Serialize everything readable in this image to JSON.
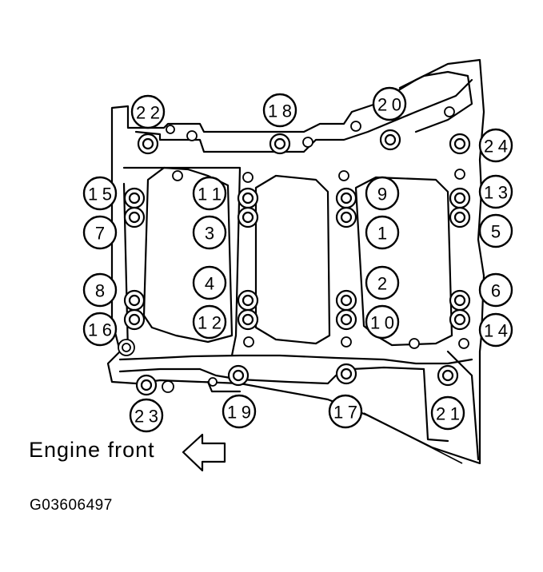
{
  "diagram": {
    "direction_label": "Engine front",
    "figure_code": "G03606497",
    "bolt_sequence": [
      "1",
      "2",
      "3",
      "4",
      "5",
      "6",
      "7",
      "8",
      "9",
      "10",
      "11",
      "12",
      "13",
      "14",
      "15",
      "16",
      "17",
      "18",
      "19",
      "20",
      "21",
      "22",
      "23",
      "24"
    ]
  }
}
